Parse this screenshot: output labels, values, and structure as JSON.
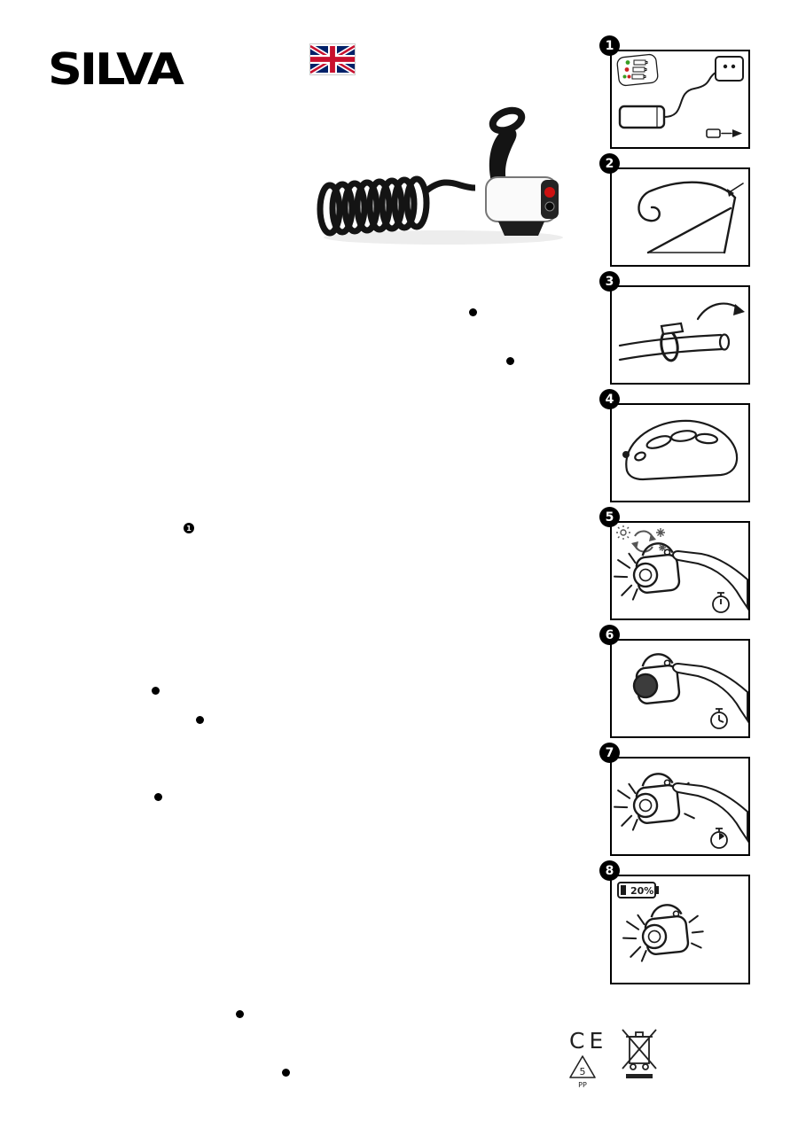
{
  "document": {
    "brand_logo": "SILVA",
    "language_flag": "uk-flag",
    "footnote_marker": "1"
  },
  "panels": [
    {
      "number": "1",
      "icon": "battery-charging-illustration"
    },
    {
      "number": "2",
      "icon": "handlebar-frame-illustration"
    },
    {
      "number": "3",
      "icon": "strap-mount-illustration"
    },
    {
      "number": "4",
      "icon": "helmet-mount-illustration"
    },
    {
      "number": "5",
      "icon": "light-mode-cycle-illustration"
    },
    {
      "number": "6",
      "icon": "light-button-press-illustration"
    },
    {
      "number": "7",
      "icon": "light-flash-press-illustration"
    },
    {
      "number": "8",
      "icon": "low-battery-warning-illustration",
      "battery_label": "20%"
    }
  ],
  "footer": {
    "ce_mark": "CE",
    "recycle_code": "5",
    "recycle_material": "PP"
  }
}
